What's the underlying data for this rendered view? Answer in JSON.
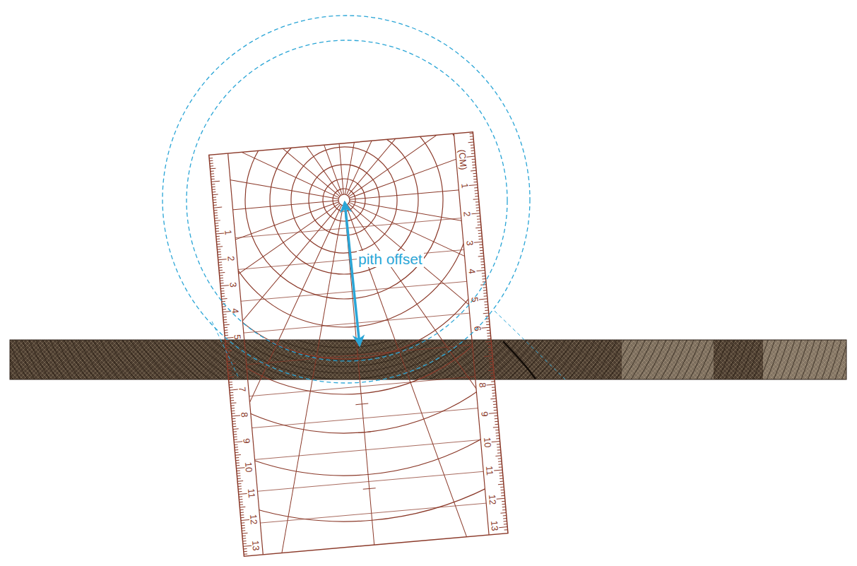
{
  "diagram": {
    "labels": [
      "pith offset",
      "1",
      "2",
      "3",
      "4",
      "5",
      "7",
      "8",
      "9",
      "10",
      "11",
      "12",
      "13",
      "(CM)",
      "1",
      "2",
      "3",
      "4",
      "5",
      "6",
      "8",
      "9",
      "10",
      "11",
      "12",
      "13"
    ]
  }
}
